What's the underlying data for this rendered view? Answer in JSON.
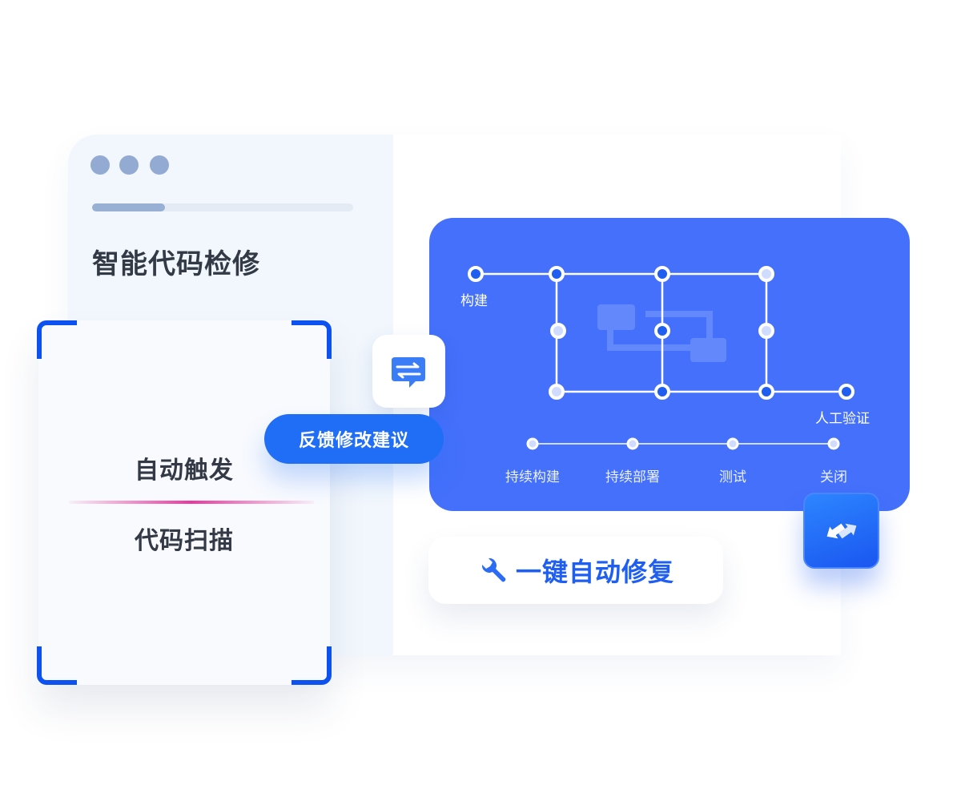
{
  "window": {
    "title": "智能代码检修",
    "progress": 0.28
  },
  "trigger_card": {
    "top_text": "自动触发",
    "bottom_text": "代码扫描"
  },
  "feedback": {
    "label": "反馈修改建议",
    "icon": "chat-swap-icon"
  },
  "pipeline": {
    "start_label": "构建",
    "end_label": "人工验证",
    "stages": [
      "持续构建",
      "持续部署",
      "测试",
      "关闭"
    ]
  },
  "autofix": {
    "label": "一键自动修复",
    "icon": "wrench-icon"
  },
  "sync_badge": {
    "icon": "sync-arrows-icon"
  },
  "colors": {
    "primary": "#1f6ef5",
    "panel": "#4470fb",
    "scan_line": "#e83aa0",
    "frame": "#0d52f0"
  }
}
